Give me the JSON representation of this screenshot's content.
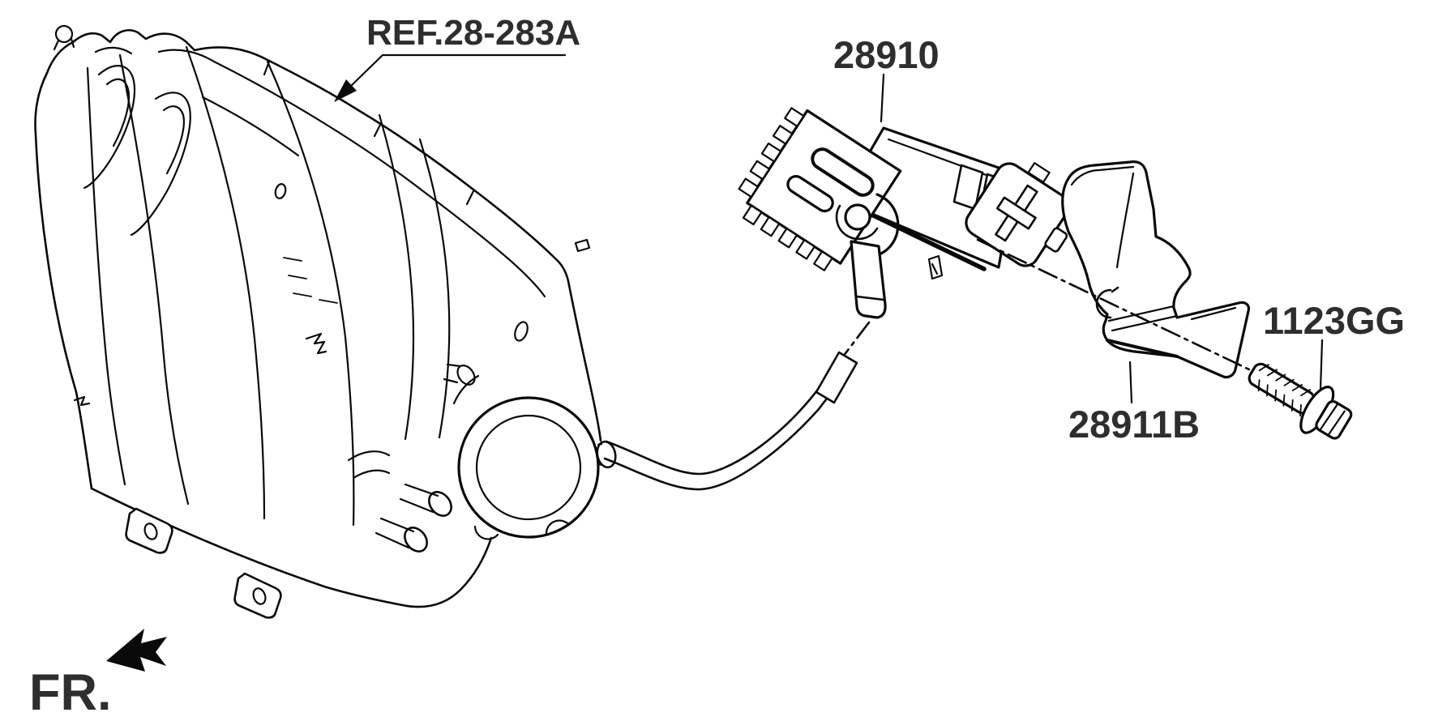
{
  "diagram": {
    "background": "#ffffff",
    "line_color": "#0a0a0a",
    "label_color": "#2e2e2e",
    "ref_label": "REF.28-283A",
    "parts": {
      "purge_valve": "28910",
      "bracket": "28911B",
      "bolt": "1123GG"
    },
    "front_label": "FR.",
    "icons": {
      "ref_arrow": "filled-leader-arrow",
      "front_arrow": "front-direction-block-arrow"
    }
  }
}
